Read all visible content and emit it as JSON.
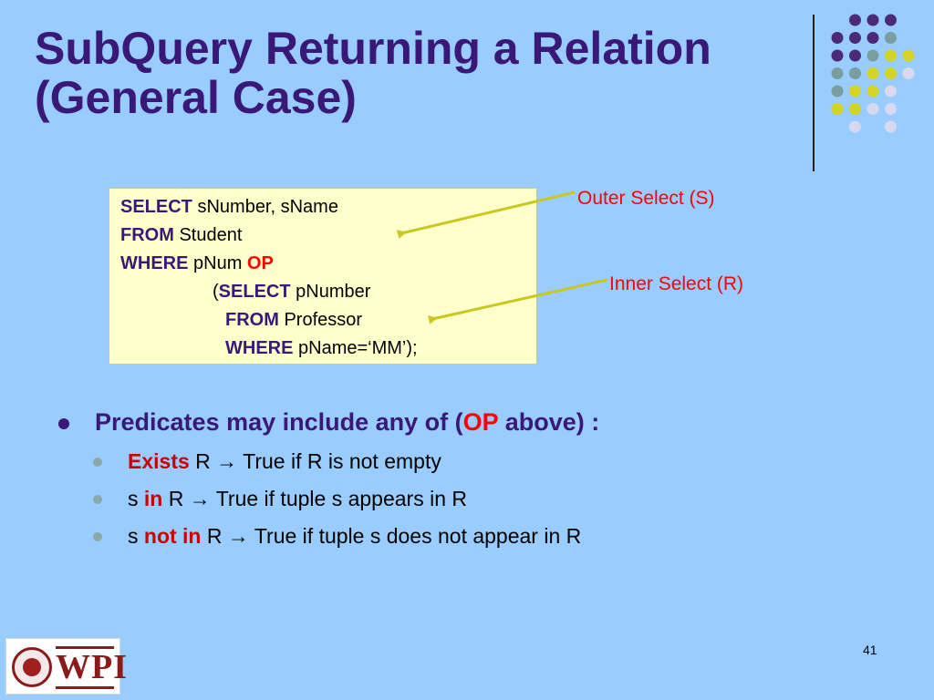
{
  "slide": {
    "title_line1": "SubQuery Returning a Relation",
    "title_line2": "(General Case)",
    "page_number": "41"
  },
  "code": {
    "line1": {
      "kw": "SELECT",
      "rest": " sNumber, sName"
    },
    "line2": {
      "kw": "FROM",
      "rest": " Student"
    },
    "line3": {
      "kw": "WHERE",
      "rest": " pNum ",
      "op": "OP"
    },
    "line4": {
      "pre": "(",
      "kw": "SELECT",
      "rest": " pNumber"
    },
    "line5": {
      "kw": "FROM",
      "rest": " Professor"
    },
    "line6": {
      "kw": "WHERE",
      "rest": " pName=‘MM’);"
    }
  },
  "callouts": {
    "outer": "Outer Select (S)",
    "inner": "Inner Select (R)"
  },
  "bullets": {
    "main": {
      "pre": "Predicates may include any of (",
      "op": "OP",
      "post": " above) :"
    },
    "sub": [
      {
        "pre": "",
        "kw": "Exists",
        "post": " R → True if R is not empty"
      },
      {
        "pre": "s ",
        "kw": "in",
        "post": " R  → True if tuple s appears in R"
      },
      {
        "pre": "s ",
        "kw": "not in",
        "post": " R → True if tuple s does not appear in R"
      }
    ]
  },
  "logo": {
    "text": "WPI"
  },
  "colors": {
    "background": "#99ccff",
    "title": "#3a1878",
    "code_box": "#ffffcc",
    "keyword": "#3a1878",
    "op": "#ff0000",
    "callout": "#ff0000",
    "arrow": "#c8c820",
    "dot_purple": "#4b2a7a",
    "dot_teal": "#7a9ea0",
    "dot_yellow": "#d4d424",
    "dot_lavender": "#d8d8ee"
  },
  "icons": {
    "decoration": "dot-grid-decoration",
    "arrow": "arrow-icon",
    "logo": "wpi-seal-logo"
  }
}
